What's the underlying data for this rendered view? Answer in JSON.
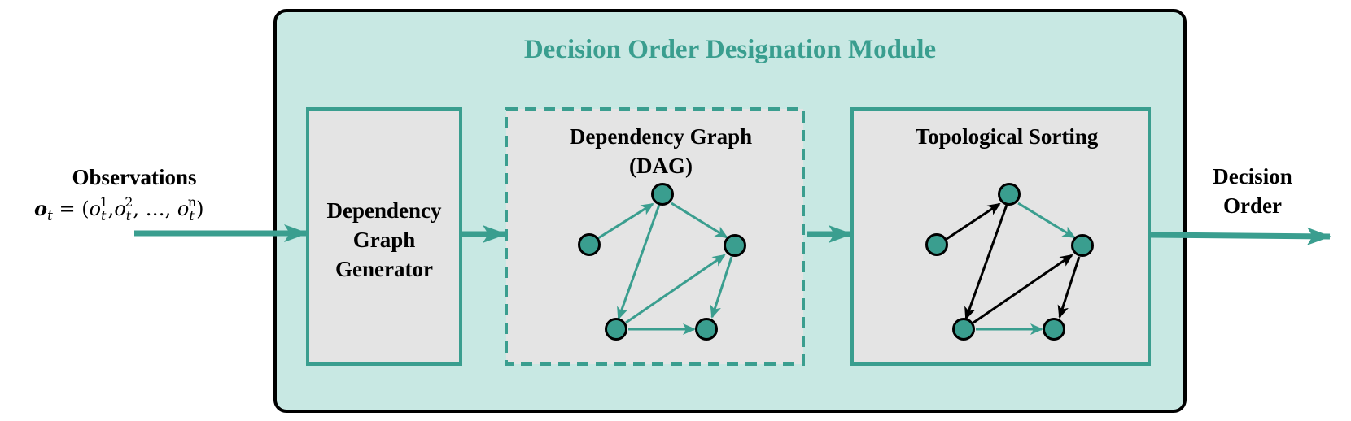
{
  "module": {
    "title": "Decision Order Designation Module",
    "fill": "#c8e8e3",
    "border": "#000000",
    "accent": "#3a9e8f"
  },
  "input": {
    "label": "Observations",
    "formula_head": "o",
    "formula_sub": "t",
    "formula_eq": " = (",
    "terms": [
      {
        "base": "o",
        "sub": "t",
        "sup": "1"
      },
      {
        "base": "o",
        "sub": "t",
        "sup": "2"
      },
      {
        "base": "o",
        "sub": "t",
        "sup": "n"
      }
    ],
    "ellipsis": "…",
    "close": ")"
  },
  "generator": {
    "lines": [
      "Dependency",
      "Graph",
      "Generator"
    ]
  },
  "dag": {
    "title_line1": "Dependency Graph",
    "title_line2": "(DAG)"
  },
  "topo": {
    "title": "Topological Sorting"
  },
  "output": {
    "lines": [
      "Decision",
      "Order"
    ]
  },
  "colors": {
    "teal": "#3a9e8f",
    "node_fill": "#3a9e8f",
    "box_fill": "#e4e4e4",
    "black": "#000000"
  }
}
